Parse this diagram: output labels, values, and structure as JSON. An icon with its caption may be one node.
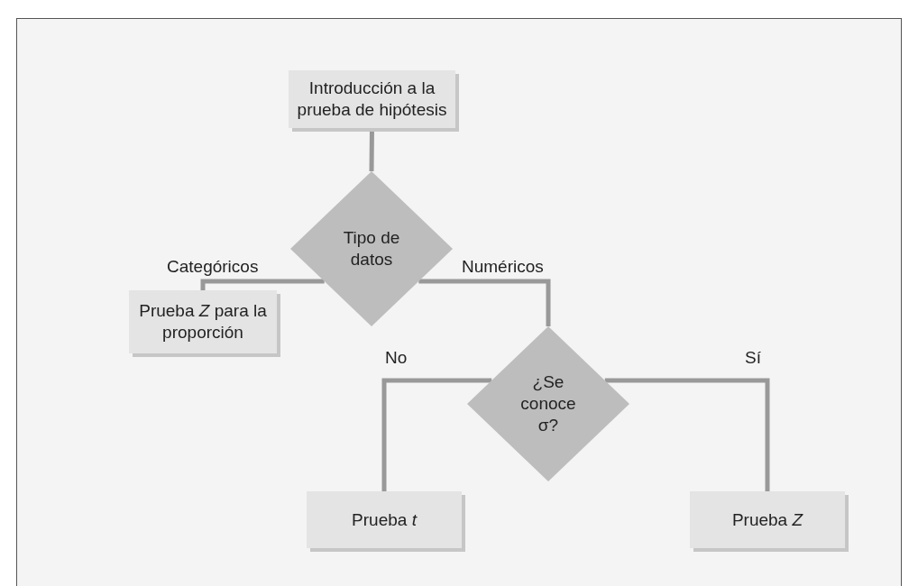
{
  "diagram": {
    "nodes": [
      {
        "text": [
          "Introducción a la prueba de hipótesis"
        ]
      },
      {
        "text": [
          "Tipo de datos"
        ]
      },
      {
        "text": [
          "Prueba *Z* para la proporción"
        ]
      },
      {
        "text": [
          "¿Se conoce σ?"
        ]
      },
      {
        "text": [
          "Prueba *t*"
        ]
      },
      {
        "text": [
          "Prueba *Z*"
        ]
      }
    ],
    "edges": [
      {
        "from": 0,
        "to": 1,
        "arrow": "none"
      },
      {
        "from": 1,
        "to": 2,
        "arrow": "none",
        "label": "Categóricos"
      },
      {
        "from": 1,
        "to": 3,
        "arrow": "none",
        "label": "Numéricos"
      },
      {
        "from": 3,
        "to": 4,
        "arrow": "none",
        "label": "No"
      },
      {
        "from": 3,
        "to": 5,
        "arrow": "none",
        "label": "Sí"
      }
    ]
  }
}
